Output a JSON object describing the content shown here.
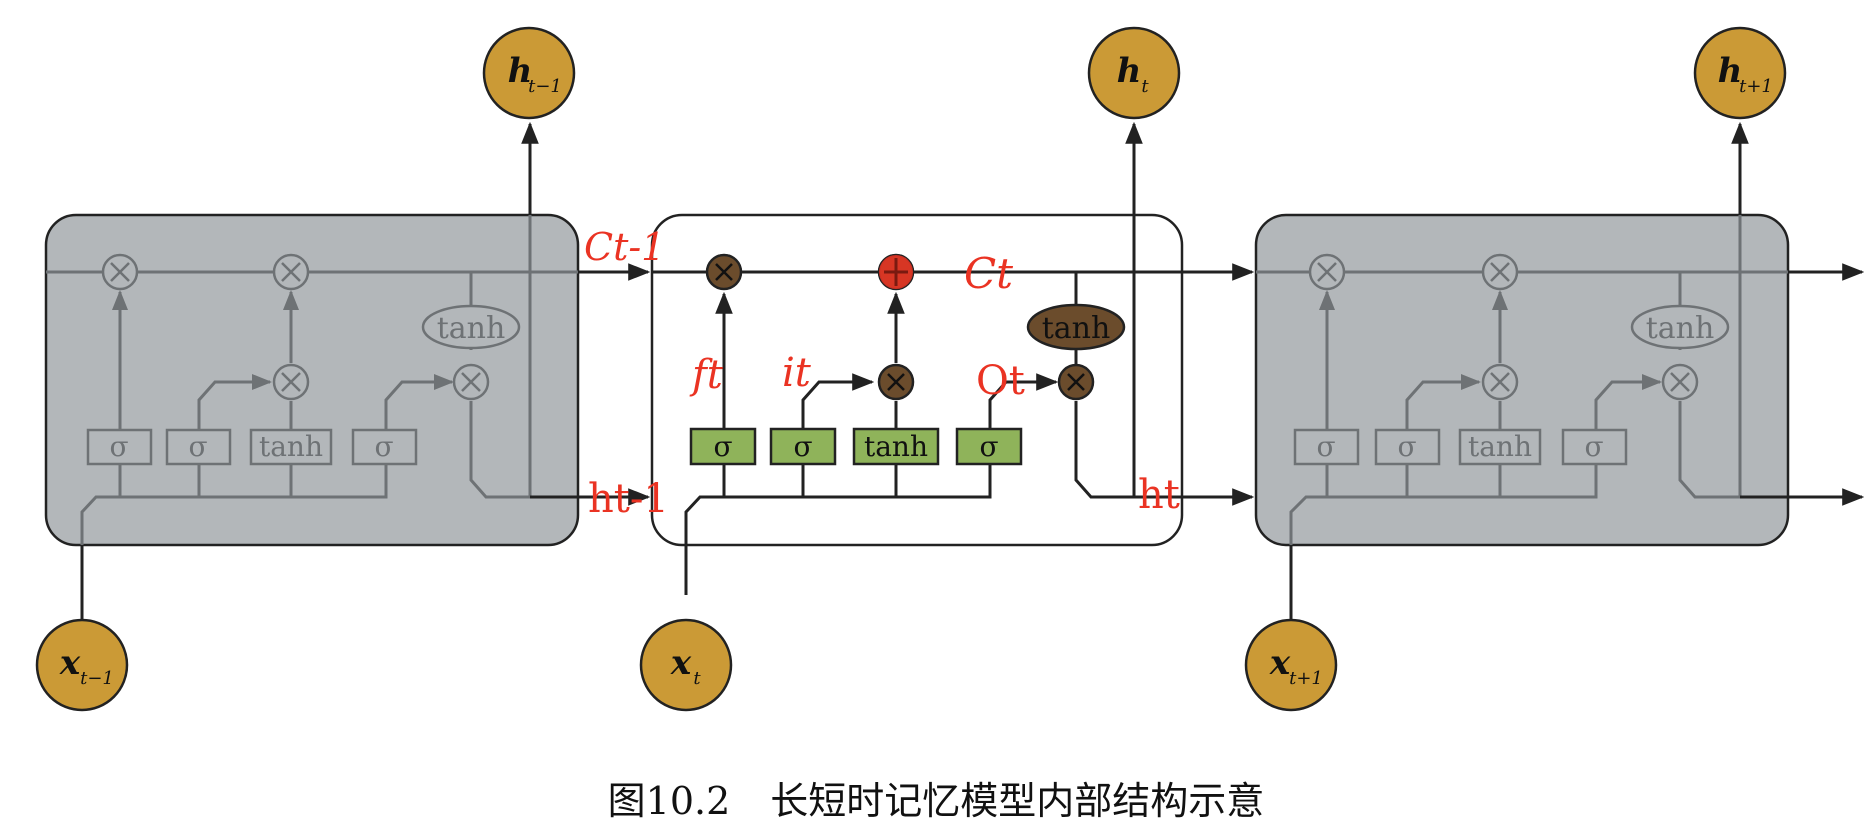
{
  "diagram": {
    "left_cell": {
      "gates": [
        "σ",
        "σ",
        "tanh",
        "σ"
      ],
      "cell_tanh": "tanh",
      "output_label": {
        "main": "h",
        "sub": "t−1"
      },
      "input_label": {
        "main": "x",
        "sub": "t−1"
      }
    },
    "center_cell": {
      "gates": [
        "σ",
        "σ",
        "tanh",
        "σ"
      ],
      "cell_tanh": "tanh",
      "output_label": {
        "main": "h",
        "sub": "t"
      },
      "input_label": {
        "main": "x",
        "sub": "t"
      }
    },
    "right_cell": {
      "gates": [
        "σ",
        "σ",
        "tanh",
        "σ"
      ],
      "cell_tanh": "tanh",
      "output_label": {
        "main": "h",
        "sub": "t+1"
      },
      "input_label": {
        "main": "x",
        "sub": "t+1"
      }
    },
    "handwritten_annotations": {
      "c_prev": "Ct-1",
      "c_t": "Ct",
      "h_prev": "ht-1",
      "h_t": "ht",
      "f_t": "ft",
      "i_t": "it",
      "o_t": "Ot"
    },
    "colors": {
      "gray_cell_fill": "#b3b7ba",
      "gray_stroke": "#6e7275",
      "node_gold": "#cb9a36",
      "gate_green": "#8fb35a",
      "op_brown": "#6b4c2c",
      "annotation_red": "#ea3323",
      "line_dark": "#222222"
    }
  },
  "caption": {
    "figure_number": "图10.2",
    "text": "长短时记忆模型内部结构示意"
  }
}
